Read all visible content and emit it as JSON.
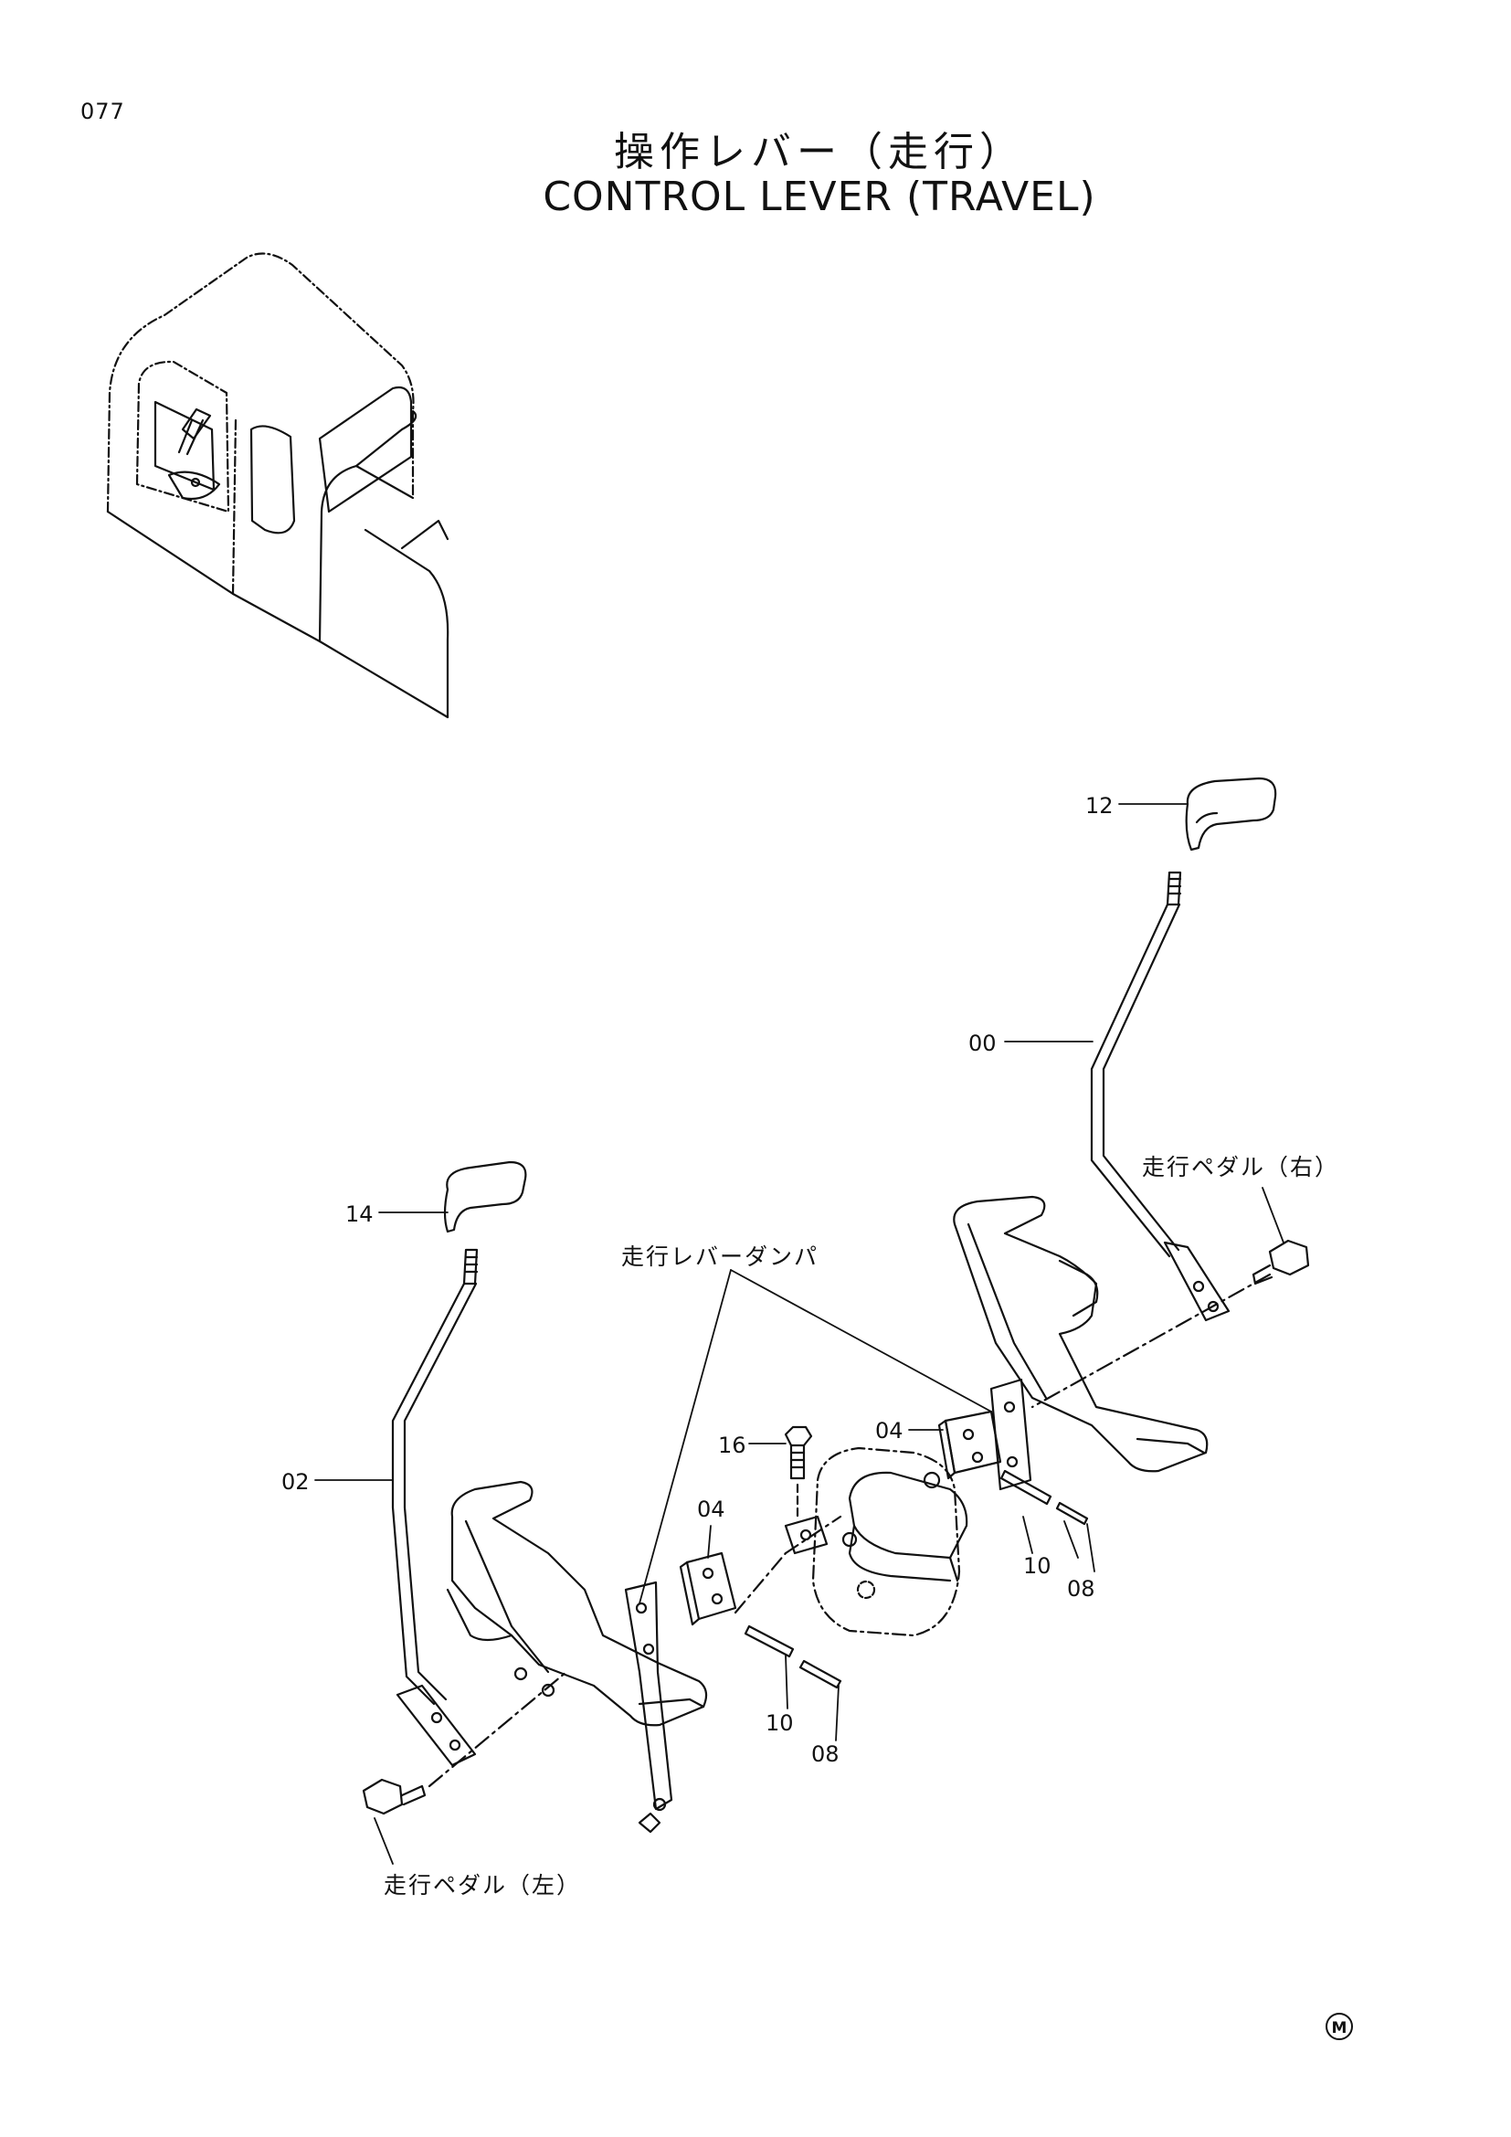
{
  "page_number": "077",
  "title_ja": "操作レバー（走行）",
  "title_en": "CONTROL LEVER (TRAVEL)",
  "callouts": {
    "c12": "12",
    "c00": "00",
    "c14": "14",
    "c02": "02",
    "c16": "16",
    "c04a": "04",
    "c04b": "04",
    "c10a": "10",
    "c08a": "08",
    "c10b": "10",
    "c08b": "08"
  },
  "notes": {
    "pedal_right": "走行ペダル（右）",
    "pedal_left": "走行ペダル（左）",
    "damper": "走行レバーダンパ"
  },
  "mark": "M"
}
